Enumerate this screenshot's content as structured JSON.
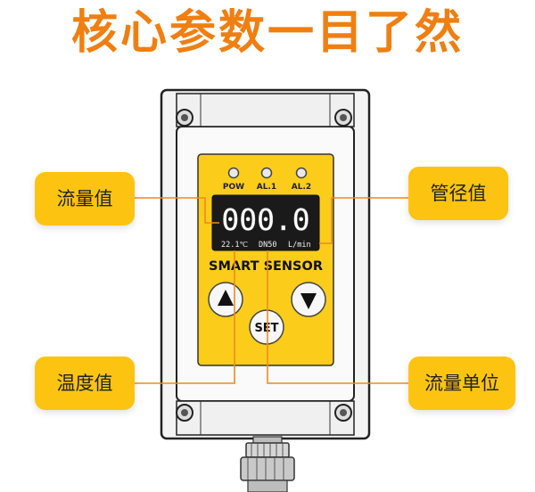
{
  "headline": "核心参数一目了然",
  "callouts": {
    "flow_value": "流量值",
    "pipe_diameter": "管径值",
    "temperature_value": "温度值",
    "flow_unit": "流量单位"
  },
  "device": {
    "indicators": [
      "POW",
      "AL.1",
      "AL.2"
    ],
    "display_value": "000.0",
    "temperature": "22.1℃",
    "pipe_size": "DN50",
    "unit": "L/min",
    "brand": "SMART SENSOR",
    "set_label": "SET"
  },
  "colors": {
    "headline": "#f07f12",
    "callout_bg": "#fcc411",
    "panel": "#fbcd1a",
    "leader_line": "#f08a1c",
    "display_bg": "#1a1a1a"
  }
}
